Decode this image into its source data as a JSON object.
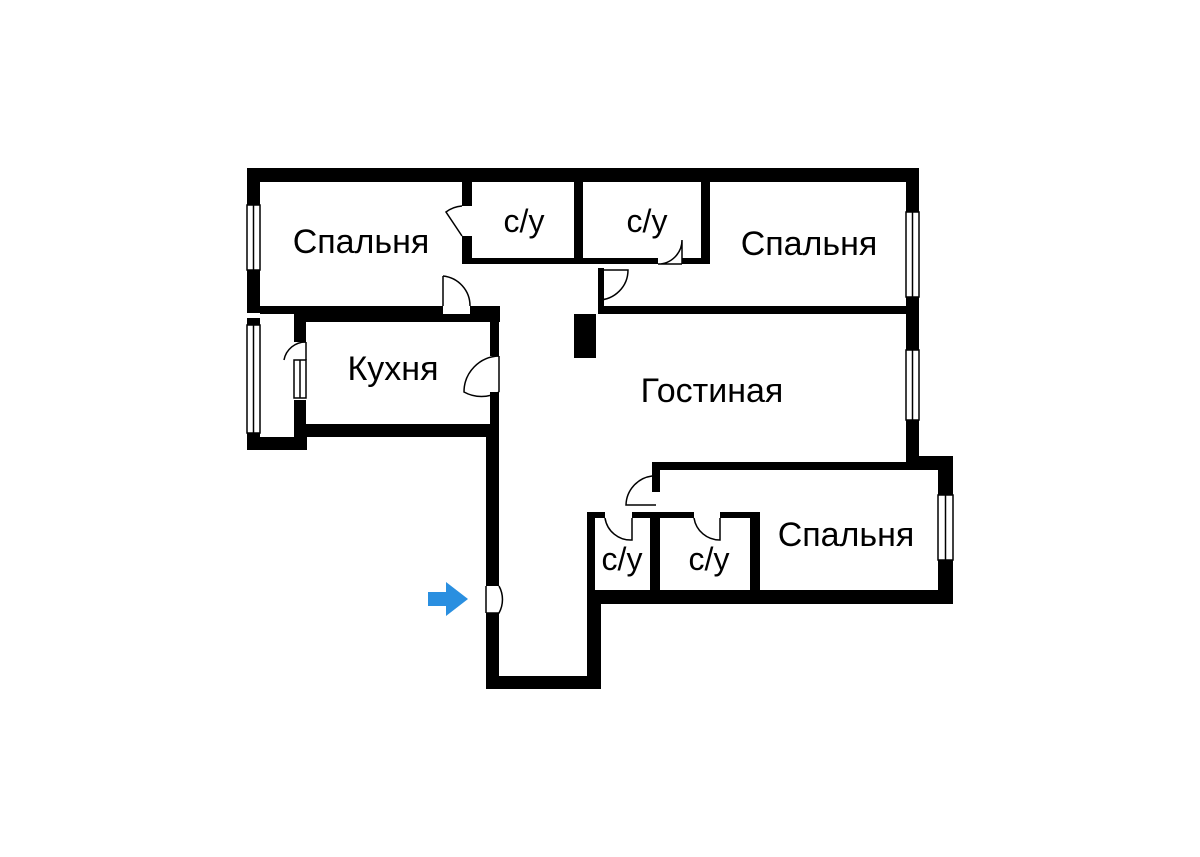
{
  "floor_plan": {
    "rooms": {
      "bedroom_nw": "Спальня",
      "wc_1": "с/у",
      "wc_2": "с/у",
      "bedroom_ne": "Спальня",
      "kitchen": "Кухня",
      "living_room": "Гостиная",
      "bedroom_se": "Спальня",
      "wc_3": "с/у",
      "wc_4": "с/у"
    },
    "entrance_arrow_color": "#2a8fe0",
    "wall_color": "#000000"
  }
}
